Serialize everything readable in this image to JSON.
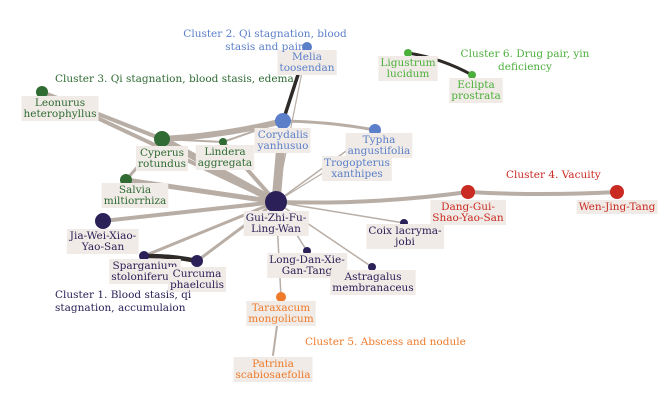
{
  "colors": {
    "edge": "#b8aea6",
    "edge_dark": "#2e2a28",
    "label_bg": "#f0ebe6",
    "cluster1": "#2b2158",
    "cluster2": "#5b7fc9",
    "cluster3": "#2f6b33",
    "cluster4": "#c92a22",
    "cluster5": "#ee7a2a",
    "cluster6": "#4caf3c"
  },
  "cluster_labels": [
    {
      "id": "c1",
      "lines": [
        "Cluster 1. Blood stasis, qi",
        "stagnation, accumulaion"
      ],
      "color_key": "cluster1"
    },
    {
      "id": "c2",
      "lines": [
        "Cluster 2. Qi stagnation, blood",
        "stasis and pain"
      ],
      "color_key": "cluster2"
    },
    {
      "id": "c3",
      "lines": [
        "Cluster 3. Qi stagnation, blood stasis, edema"
      ],
      "color_key": "cluster3"
    },
    {
      "id": "c4",
      "lines": [
        "Cluster 4. Vacuity"
      ],
      "color_key": "cluster4"
    },
    {
      "id": "c5",
      "lines": [
        "Cluster 5. Abscess and nodule"
      ],
      "color_key": "cluster5"
    },
    {
      "id": "c6",
      "lines": [
        "Cluster 6. Drug pair, yin",
        "deficiency"
      ],
      "color_key": "cluster6"
    }
  ],
  "nodes": [
    {
      "id": "gzfl",
      "lines": [
        "Gui-Zhi-Fu-",
        "Ling-Wan"
      ],
      "color_key": "cluster1"
    },
    {
      "id": "jwxy",
      "lines": [
        "Jia-Wei-Xiao-",
        "Yao-San"
      ],
      "color_key": "cluster1"
    },
    {
      "id": "spar",
      "lines": [
        "Sparganium",
        "stoloniferum"
      ],
      "color_key": "cluster1"
    },
    {
      "id": "curc",
      "lines": [
        "Curcuma",
        "phaelculis"
      ],
      "color_key": "cluster1"
    },
    {
      "id": "ldxg",
      "lines": [
        "Long-Dan-Xie-",
        "Gan-Tang"
      ],
      "color_key": "cluster1"
    },
    {
      "id": "coix",
      "lines": [
        "Coix lacryma-",
        "jobi"
      ],
      "color_key": "cluster1"
    },
    {
      "id": "astr",
      "lines": [
        "Astragalus",
        "membranaceus"
      ],
      "color_key": "cluster1"
    },
    {
      "id": "meli",
      "lines": [
        "Melia",
        "toosendan"
      ],
      "color_key": "cluster2"
    },
    {
      "id": "cory",
      "lines": [
        "Corydalis",
        "yanhusuo"
      ],
      "color_key": "cluster2"
    },
    {
      "id": "typh",
      "lines": [
        "Typha",
        "angustifolia"
      ],
      "color_key": "cluster2"
    },
    {
      "id": "trog",
      "lines": [
        "Trogopterus",
        "xanthipes"
      ],
      "color_key": "cluster2"
    },
    {
      "id": "leon",
      "lines": [
        "Leonurus",
        "heterophyllus"
      ],
      "color_key": "cluster3"
    },
    {
      "id": "cype",
      "lines": [
        "Cyperus",
        "rotundus"
      ],
      "color_key": "cluster3"
    },
    {
      "id": "lind",
      "lines": [
        "Lindera",
        "aggregata"
      ],
      "color_key": "cluster3"
    },
    {
      "id": "salv",
      "lines": [
        "Salvia",
        "miltiorrhiza"
      ],
      "color_key": "cluster3"
    },
    {
      "id": "dgsy",
      "lines": [
        "Dang-Gui-",
        "Shao-Yao-San"
      ],
      "color_key": "cluster4"
    },
    {
      "id": "wjt",
      "lines": [
        "Wen-Jing-Tang"
      ],
      "color_key": "cluster4"
    },
    {
      "id": "tara",
      "lines": [
        "Taraxacum",
        "mongolicum"
      ],
      "color_key": "cluster5"
    },
    {
      "id": "patr",
      "lines": [
        "Patrinia",
        "scabiosaefolia"
      ],
      "color_key": "cluster5"
    },
    {
      "id": "ligu",
      "lines": [
        "Ligustrum",
        "lucidum"
      ],
      "color_key": "cluster6"
    },
    {
      "id": "ecli",
      "lines": [
        "Eclipta",
        "prostrata"
      ],
      "color_key": "cluster6"
    }
  ],
  "edges": [
    {
      "from": "gzfl",
      "to": "cory"
    },
    {
      "from": "gzfl",
      "to": "cype"
    },
    {
      "from": "gzfl",
      "to": "leon"
    },
    {
      "from": "gzfl",
      "to": "lind"
    },
    {
      "from": "gzfl",
      "to": "salv"
    },
    {
      "from": "gzfl",
      "to": "jwxy"
    },
    {
      "from": "gzfl",
      "to": "spar"
    },
    {
      "from": "gzfl",
      "to": "curc"
    },
    {
      "from": "gzfl",
      "to": "typh"
    },
    {
      "from": "gzfl",
      "to": "trog"
    },
    {
      "from": "gzfl",
      "to": "dgsy"
    },
    {
      "from": "gzfl",
      "to": "ldxg"
    },
    {
      "from": "gzfl",
      "to": "coix"
    },
    {
      "from": "gzfl",
      "to": "astr"
    },
    {
      "from": "gzfl",
      "to": "tara"
    },
    {
      "from": "gzfl",
      "to": "meli"
    },
    {
      "from": "cype",
      "to": "cory"
    },
    {
      "from": "cype",
      "to": "leon"
    },
    {
      "from": "cype",
      "to": "salv"
    },
    {
      "from": "cype",
      "to": "lind"
    },
    {
      "from": "cory",
      "to": "meli"
    },
    {
      "from": "cory",
      "to": "typh"
    },
    {
      "from": "cory",
      "to": "lind"
    },
    {
      "from": "typh",
      "to": "trog"
    },
    {
      "from": "spar",
      "to": "curc"
    },
    {
      "from": "dgsy",
      "to": "wjt"
    },
    {
      "from": "tara",
      "to": "patr"
    },
    {
      "from": "ligu",
      "to": "ecli"
    }
  ]
}
